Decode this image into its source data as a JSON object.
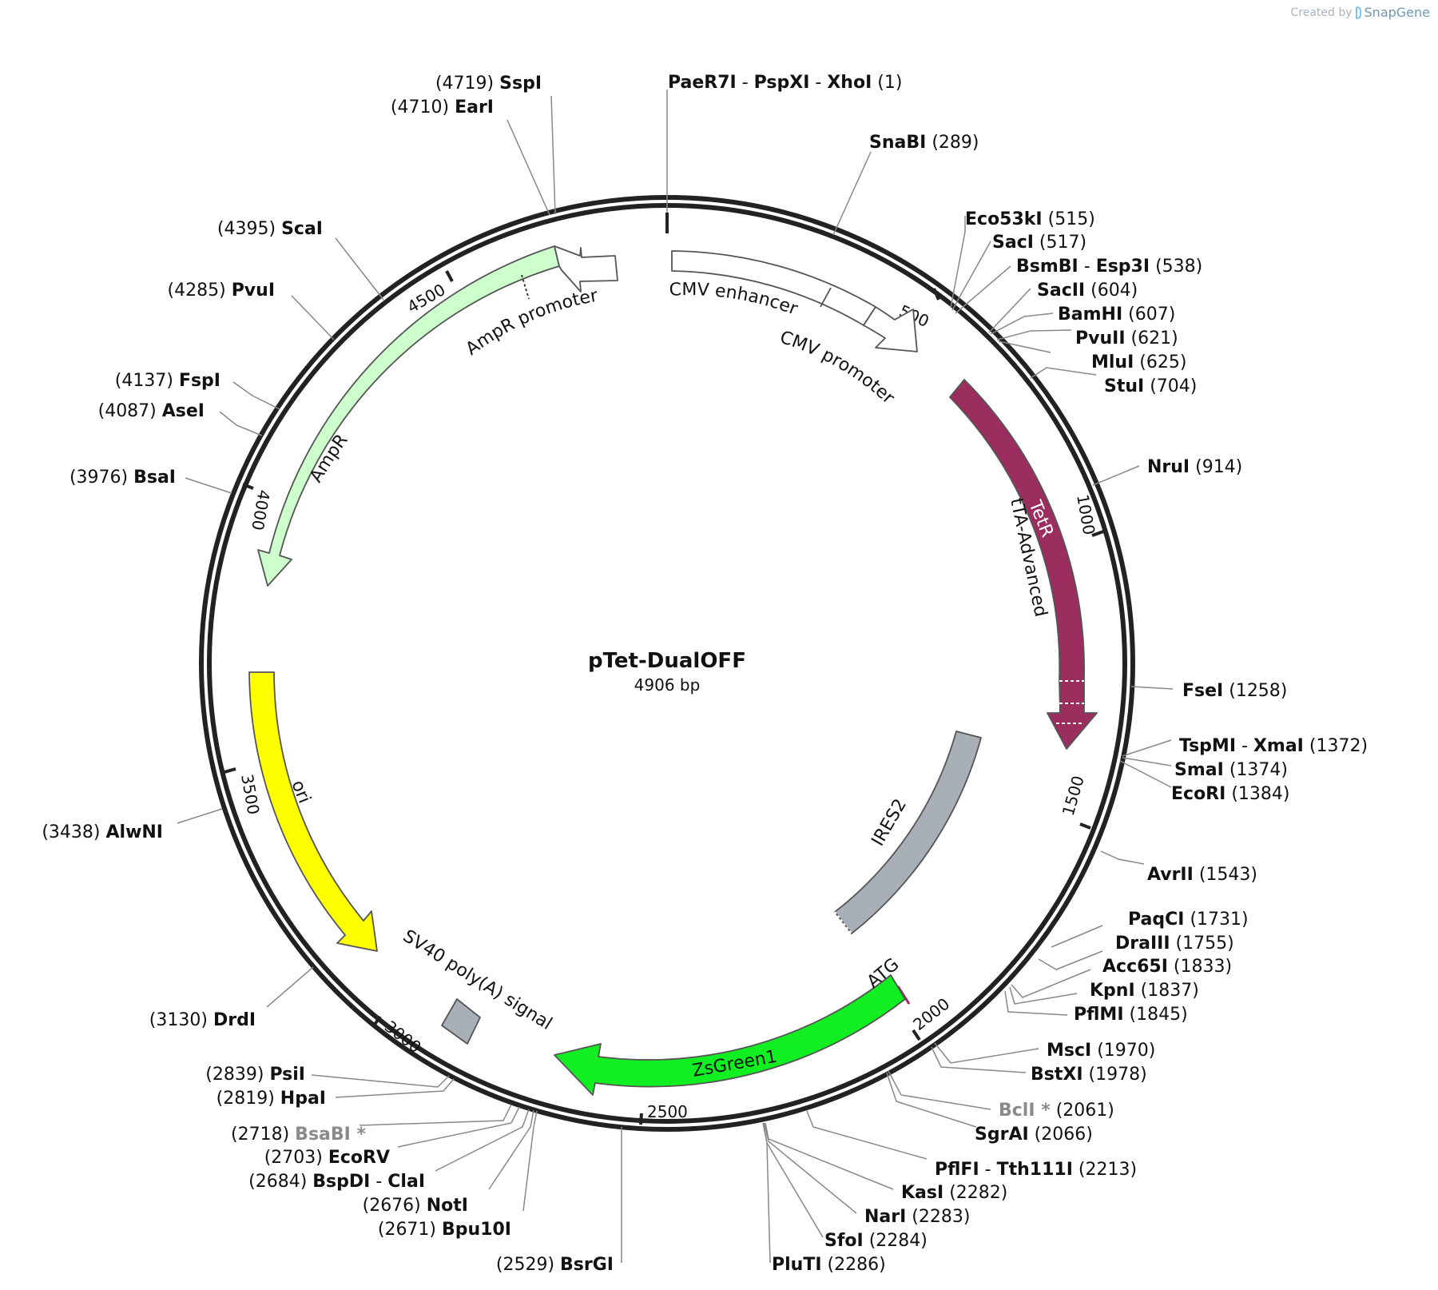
{
  "credit": {
    "prefix": "Created by",
    "brand": "SnapGene"
  },
  "map": {
    "name": "pTet-DualOFF",
    "length_label": "4906 bp",
    "length": 4906
  },
  "ticks": [
    "500",
    "1000",
    "1500",
    "2000",
    "2500",
    "3000",
    "3500",
    "4000",
    "4500"
  ],
  "features": [
    {
      "label": "CMV enhancer",
      "start": 1,
      "end": 380,
      "color": "#ffffff",
      "shape": "arrow"
    },
    {
      "label": "CMV promoter",
      "start": 380,
      "end": 584,
      "color": "#ffffff",
      "shape": "arrow"
    },
    {
      "label": "tTA-Advanced",
      "start": 742,
      "end": 1376,
      "color": "#9b2d5f",
      "shape": "arrow"
    },
    {
      "label": "TetR",
      "start": 742,
      "end": 1376,
      "color": "#9b2d5f",
      "shape": "inner"
    },
    {
      "label": "IRES2",
      "start": 1550,
      "end": 1900,
      "color": "#a9afb6",
      "shape": "box"
    },
    {
      "label": "ATG",
      "start": 1965,
      "end": 1968,
      "color": "#9b2d5f",
      "shape": "mark"
    },
    {
      "label": "ZsGreen1",
      "start": 1970,
      "end": 2665,
      "color": "#11ee22",
      "shape": "arrow-rev"
    },
    {
      "label": "SV40 poly(A) signal",
      "start": 2765,
      "end": 2900,
      "color": "#a9afb6",
      "shape": "box"
    },
    {
      "label": "ori",
      "start": 3010,
      "end": 3600,
      "color": "#ffff00",
      "shape": "arrow-rev"
    },
    {
      "label": "AmpR",
      "start": 3780,
      "end": 4640,
      "color": "#ccffcc",
      "shape": "arrow-rev"
    },
    {
      "label": "AmpR promoter",
      "start": 4640,
      "end": 4750,
      "color": "#ffffff",
      "shape": "arrow-rev"
    }
  ],
  "sites": [
    {
      "name": "PaeR7I",
      "pos": "(1)"
    },
    {
      "name": "PspXI",
      "pos": ""
    },
    {
      "name": "XhoI",
      "pos": ""
    },
    {
      "name": "SnaBI",
      "pos": "(289)"
    },
    {
      "name": "Eco53kI",
      "pos": "(515)"
    },
    {
      "name": "SacI",
      "pos": "(517)"
    },
    {
      "name": "BsmBI",
      "pos": ""
    },
    {
      "name": "Esp3I",
      "pos": "(538)"
    },
    {
      "name": "SacII",
      "pos": "(604)"
    },
    {
      "name": "BamHI",
      "pos": "(607)"
    },
    {
      "name": "PvuII",
      "pos": "(621)"
    },
    {
      "name": "MluI",
      "pos": "(625)"
    },
    {
      "name": "StuI",
      "pos": "(704)"
    },
    {
      "name": "NruI",
      "pos": "(914)"
    },
    {
      "name": "FseI",
      "pos": "(1258)"
    },
    {
      "name": "TspMI",
      "pos": ""
    },
    {
      "name": "XmaI",
      "pos": "(1372)"
    },
    {
      "name": "SmaI",
      "pos": "(1374)"
    },
    {
      "name": "EcoRI",
      "pos": "(1384)"
    },
    {
      "name": "AvrII",
      "pos": "(1543)"
    },
    {
      "name": "PaqCI",
      "pos": "(1731)"
    },
    {
      "name": "DraIII",
      "pos": "(1755)"
    },
    {
      "name": "Acc65I",
      "pos": "(1833)"
    },
    {
      "name": "KpnI",
      "pos": "(1837)"
    },
    {
      "name": "PflMI",
      "pos": "(1845)"
    },
    {
      "name": "MscI",
      "pos": "(1970)"
    },
    {
      "name": "BstXI",
      "pos": "(1978)"
    },
    {
      "name": "BclI *",
      "pos": "(2061)",
      "grey": true
    },
    {
      "name": "SgrAI",
      "pos": "(2066)"
    },
    {
      "name": "PflFI",
      "pos": ""
    },
    {
      "name": "Tth111I",
      "pos": "(2213)"
    },
    {
      "name": "KasI",
      "pos": "(2282)"
    },
    {
      "name": "NarI",
      "pos": "(2283)"
    },
    {
      "name": "SfoI",
      "pos": "(2284)"
    },
    {
      "name": "PluTI",
      "pos": "(2286)"
    },
    {
      "name": "BsrGI",
      "pos": "(2529)"
    },
    {
      "name": "Bpu10I",
      "pos": "(2671)"
    },
    {
      "name": "NotI",
      "pos": "(2676)"
    },
    {
      "name": "BspDI",
      "pos": ""
    },
    {
      "name": "ClaI",
      "pos": "(2684)"
    },
    {
      "name": "EcoRV",
      "pos": "(2703)"
    },
    {
      "name": "BsaBI *",
      "pos": "(2718)",
      "grey": true
    },
    {
      "name": "HpaI",
      "pos": "(2819)"
    },
    {
      "name": "PsiI",
      "pos": "(2839)"
    },
    {
      "name": "DrdI",
      "pos": "(3130)"
    },
    {
      "name": "AlwNI",
      "pos": "(3438)"
    },
    {
      "name": "BsaI",
      "pos": "(3976)"
    },
    {
      "name": "AseI",
      "pos": "(4087)"
    },
    {
      "name": "FspI",
      "pos": "(4137)"
    },
    {
      "name": "PvuI",
      "pos": "(4285)"
    },
    {
      "name": "ScaI",
      "pos": "(4395)"
    },
    {
      "name": "EarI",
      "pos": "(4710)"
    },
    {
      "name": "SspI",
      "pos": "(4719)"
    }
  ]
}
